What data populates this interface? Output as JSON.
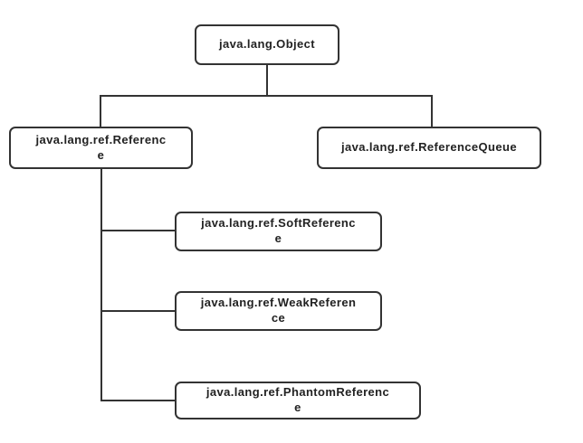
{
  "diagram": {
    "type": "class-hierarchy",
    "colors": {
      "background": "#ffffff",
      "node_fill": "#ffffff",
      "node_border": "#333333",
      "connector": "#333333",
      "text": "#222222"
    },
    "nodes": [
      {
        "id": "object",
        "label": "java.lang.Object",
        "lines": [
          "java.lang.Object",
          ""
        ]
      },
      {
        "id": "reference",
        "label": "java.lang.ref.Reference",
        "lines": [
          "java.lang.ref.Referenc",
          "e"
        ]
      },
      {
        "id": "reference-queue",
        "label": "java.lang.ref.ReferenceQueue",
        "lines": [
          "java.lang.ref.ReferenceQueue",
          ""
        ]
      },
      {
        "id": "soft-reference",
        "label": "java.lang.ref.SoftReference",
        "lines": [
          "java.lang.ref.SoftReferenc",
          "e"
        ]
      },
      {
        "id": "weak-reference",
        "label": "java.lang.ref.WeakReference",
        "lines": [
          "java.lang.ref.WeakReferen",
          "ce"
        ]
      },
      {
        "id": "phantom-reference",
        "label": "java.lang.ref.PhantomReference",
        "lines": [
          "java.lang.ref.PhantomReferenc",
          "e"
        ]
      }
    ],
    "edges": [
      {
        "from": "java.lang.Object",
        "to": "java.lang.ref.Reference"
      },
      {
        "from": "java.lang.Object",
        "to": "java.lang.ref.ReferenceQueue"
      },
      {
        "from": "java.lang.ref.Reference",
        "to": "java.lang.ref.SoftReference"
      },
      {
        "from": "java.lang.ref.Reference",
        "to": "java.lang.ref.WeakReference"
      },
      {
        "from": "java.lang.ref.Reference",
        "to": "java.lang.ref.PhantomReference"
      }
    ]
  }
}
